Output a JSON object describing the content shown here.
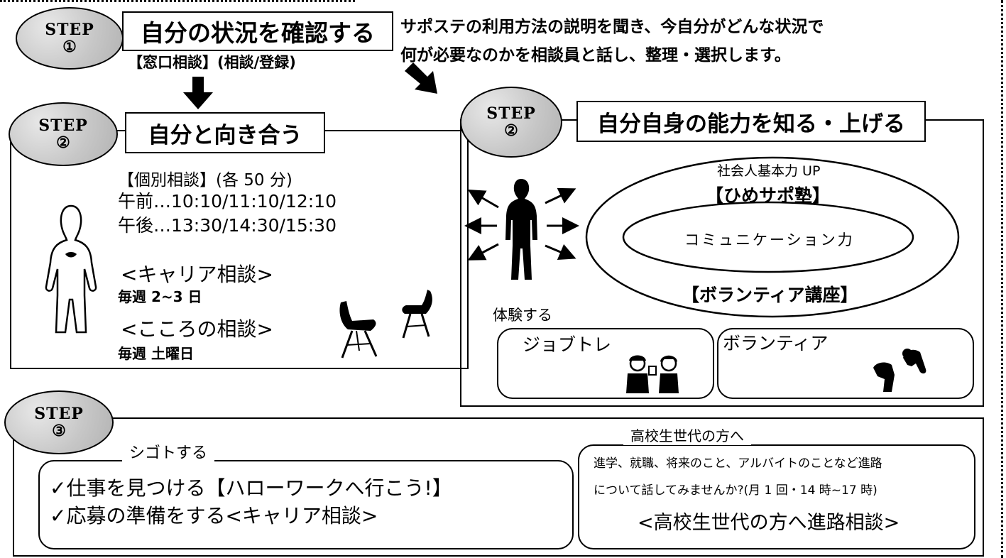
{
  "step1": {
    "badge_word": "STEP",
    "badge_num": "①",
    "title": "自分の状況を確認する",
    "subtitle": "【窓口相談】(相談/登録)",
    "description_line1": "サポステの利用方法の説明を聞き、今自分がどんな状況で",
    "description_line2": "何が必要なのかを相談員と話し、整理・選択します。"
  },
  "step2_left": {
    "badge_word": "STEP",
    "badge_num": "②",
    "title": "自分と向き合う",
    "individual_heading": "【個別相談】(各 50 分)",
    "morning": "午前…10:10/11:10/12:10",
    "afternoon": "午後…13:30/14:30/15:30",
    "career_heading": "<キャリア相談>",
    "career_schedule": "毎週 2~3 日",
    "mind_heading": "<こころの相談>",
    "mind_schedule": "毎週 土曜日"
  },
  "step2_right": {
    "badge_word": "STEP",
    "badge_num": "②",
    "title": "自分自身の能力を知る・上げる",
    "outer_top_label": "社会人基本力 UP",
    "outer_bracket_label": "【ひめサポ塾】",
    "inner_label": "コミュニケーション力",
    "bottom_label": "【ボランティア講座】",
    "experience_label": "体験する",
    "job_training": "ジョブトレ",
    "volunteer": "ボランティア"
  },
  "step3": {
    "badge_word": "STEP",
    "badge_num": "③",
    "work_legend": "シゴトする",
    "check_item1": "✓仕事を見つける【ハローワークへ行こう!】",
    "check_item2": "✓応募の準備をする<キャリア相談>",
    "highschool_legend": "高校生世代の方へ",
    "highschool_line1": "進学、就職、将来のこと、アルバイトのことなど進路",
    "highschool_line2": "について話してみませんか?(月 1 回・14 時~17 時)",
    "highschool_title": "<高校生世代の方へ進路相談>"
  }
}
